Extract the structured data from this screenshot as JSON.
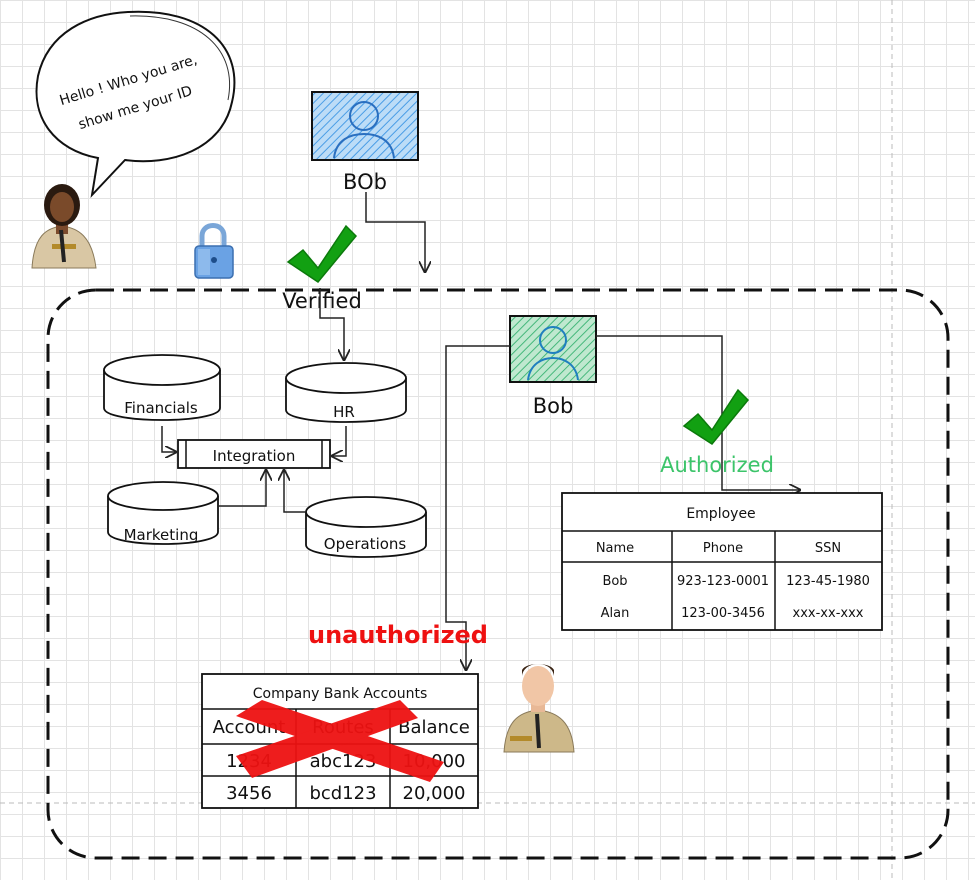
{
  "speech_bubble": {
    "line1": "Hello ! Who you are,",
    "line2": "show me your ID"
  },
  "bob_top": {
    "name": "BOb"
  },
  "verified": {
    "label": "Verified"
  },
  "bob_inner": {
    "name": "Bob"
  },
  "authorized": {
    "label": "Authorized"
  },
  "unauthorized": {
    "label": "unauthorized"
  },
  "databases": {
    "financials": "Financials",
    "hr": "HR",
    "integration": "Integration",
    "marketing": "Marketing",
    "operations": "Operations"
  },
  "employee_table": {
    "title": "Employee",
    "headers": [
      "Name",
      "Phone",
      "SSN"
    ],
    "rows": [
      [
        "Bob",
        "923-123-0001",
        "123-45-1980"
      ],
      [
        "Alan",
        "123-00-3456",
        "xxx-xx-xxx"
      ]
    ]
  },
  "bank_table": {
    "title": "Company Bank Accounts",
    "headers": [
      "Account",
      "Routes",
      "Balance"
    ],
    "rows": [
      [
        "1234",
        "abc123",
        "10,000"
      ],
      [
        "3456",
        "bcd123",
        "20,000"
      ]
    ]
  },
  "colors": {
    "check_green": "#12a012",
    "authorized_green": "#3cc46a",
    "unauthorized_red": "#ee1111",
    "cross_red": "#ee1111",
    "avatar_blue": "#3a8de0",
    "avatar_green": "#44b878"
  },
  "icons": [
    "speech-bubble",
    "guard-woman-icon",
    "guard-man-icon",
    "padlock-icon",
    "user-avatar-icon",
    "checkmark-icon",
    "cross-icon",
    "database-cylinder-icon"
  ]
}
